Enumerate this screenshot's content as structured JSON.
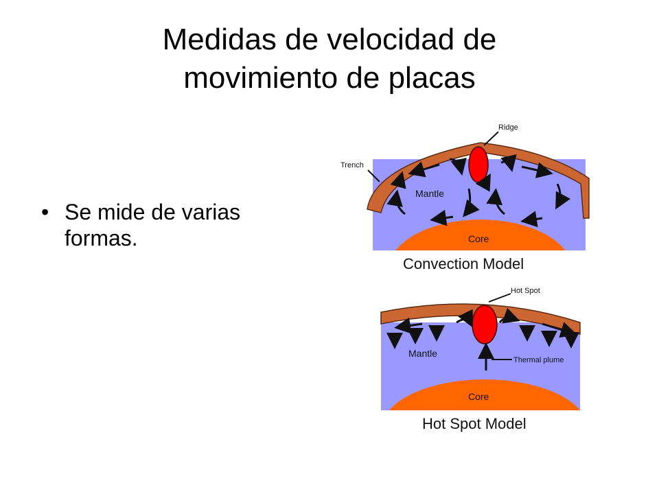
{
  "slide": {
    "title_line1": "Medidas de velocidad de",
    "title_line2": "movimiento de placas",
    "bullets": [
      {
        "marker": "•",
        "text": "Se mide de varias formas."
      }
    ]
  },
  "convection_model": {
    "caption": "Convection Model",
    "labels": {
      "ridge": "Ridge",
      "trench": "Trench",
      "mantle": "Mantle",
      "core": "Core"
    }
  },
  "hotspot_model": {
    "caption": "Hot Spot Model",
    "labels": {
      "hot_spot": "Hot Spot",
      "mantle": "Mantle",
      "thermal_plume": "Thermal plume",
      "core": "Core"
    }
  },
  "colors": {
    "mantle": "#9999ff",
    "core": "#ff6600",
    "plate": "#cc6633",
    "plume": "#ff0000"
  }
}
